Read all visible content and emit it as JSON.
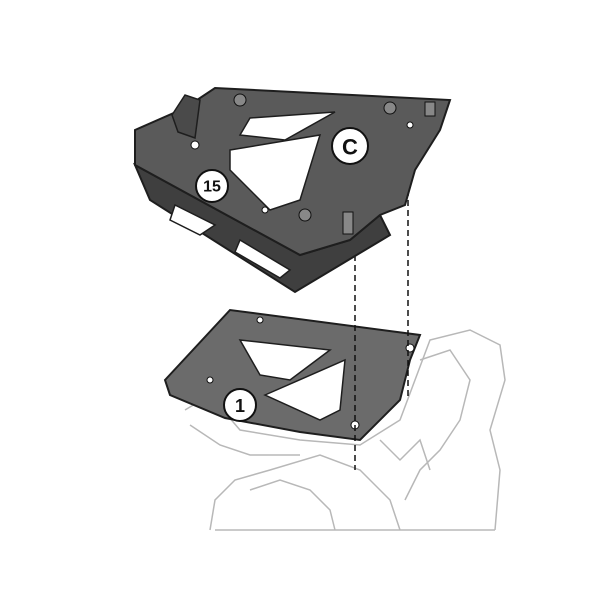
{
  "diagram": {
    "callouts": {
      "c": "C",
      "part15": "15",
      "part1": "1"
    },
    "colors": {
      "rack_fill": "#5a5a5a",
      "rack_side": "#3f3f3f",
      "plate_fill": "#6b6b6b",
      "outline": "#1e1e1e",
      "bike_line": "#b8b8b8"
    }
  }
}
